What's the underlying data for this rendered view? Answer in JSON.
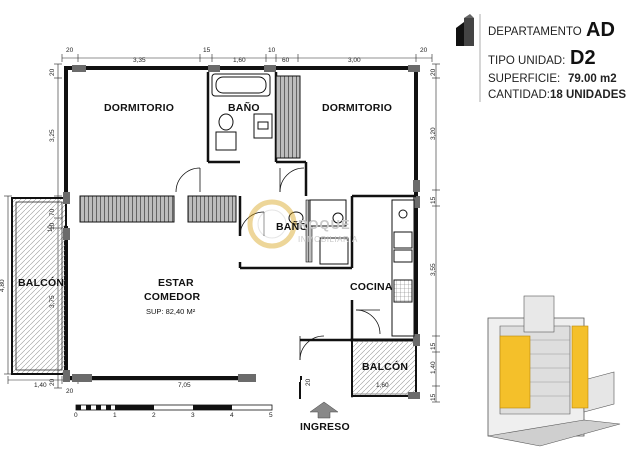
{
  "info": {
    "department_label": "DEPARTAMENTO",
    "department_value": "AD",
    "unit_type_label": "TIPO UNIDAD:",
    "unit_type_value": "D2",
    "surface_label": "SUPERFICIE:",
    "surface_value": "79.00 m2",
    "quantity_label": "CANTIDAD:",
    "quantity_value": "18 UNIDADES"
  },
  "rooms": {
    "dormitorio_left": "DORMITORIO",
    "bano_upper": "BAÑO",
    "dormitorio_right": "DORMITORIO",
    "bano_lower": "BAÑO",
    "balcon_left": "BALCÓN",
    "estar": "ESTAR",
    "comedor": "COMEDOR",
    "estar_area": "SUP: 82,40 M²",
    "cocina": "COCINA",
    "balcon_right": "BALCÓN",
    "ingreso": "INGRESO"
  },
  "dims": {
    "top": [
      "20",
      "3,35",
      "15",
      "1,60",
      "10",
      "60",
      "3,00",
      "20"
    ],
    "left": [
      "20",
      "3,25",
      "70",
      "10",
      "3,75",
      "20"
    ],
    "left_outer": "4,80",
    "right": [
      "20",
      "3,20",
      "15",
      "3,55",
      "15",
      "1,40",
      "15"
    ],
    "bottom": [
      "1,40",
      "20",
      "7,05",
      "1,60",
      "20"
    ],
    "note_10": "10"
  },
  "scale": [
    "0",
    "1",
    "2",
    "3",
    "4",
    "5"
  ],
  "watermark": {
    "line1": "ROQUE",
    "line2": "INMOBILIARIA"
  },
  "colors": {
    "highlight": "#f4c02a",
    "wall": "#111111",
    "window": "#6b6b6b"
  }
}
